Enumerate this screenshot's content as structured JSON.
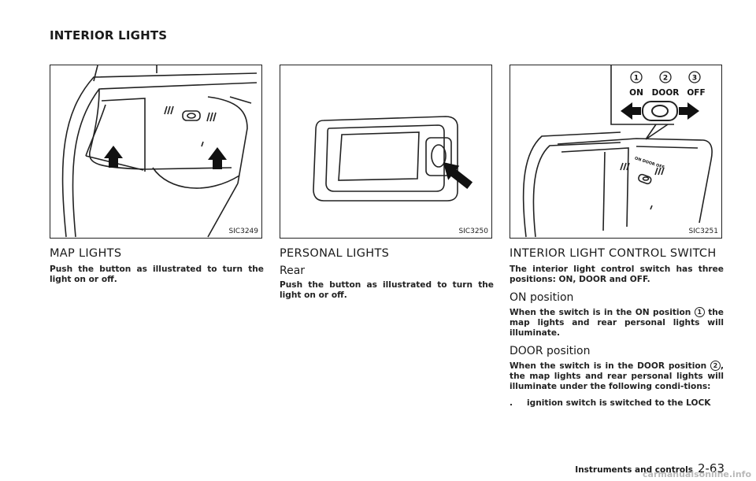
{
  "header": {
    "title": "INTERIOR LIGHTS"
  },
  "figures": [
    {
      "code": "SIC3249"
    },
    {
      "code": "SIC3250"
    },
    {
      "code": "SIC3251",
      "callouts": [
        "1",
        "2",
        "3"
      ],
      "labels": [
        "ON",
        "DOOR",
        "OFF"
      ],
      "switch_text": "ON DOOR OFF"
    }
  ],
  "col1": {
    "heading": "MAP LIGHTS",
    "body": "Push the button as illustrated to turn the light on or off."
  },
  "col2": {
    "heading": "PERSONAL LIGHTS",
    "subheading": "Rear",
    "body": "Push the button as illustrated to turn the light on or off."
  },
  "col3": {
    "heading": "INTERIOR LIGHT CONTROL SWITCH",
    "intro": "The interior light control switch has three positions: ON, DOOR and OFF.",
    "on_heading": "ON position",
    "on_body_a": "When the switch is in the ON position",
    "on_marker": "1",
    "on_body_b": "the map lights and rear personal lights will illuminate.",
    "door_heading": "DOOR position",
    "door_body_a": "When the switch is in the DOOR position",
    "door_marker": "2",
    "door_body_b": ", the map lights and rear personal lights will illuminate under the following condi-tions:",
    "bullet_mark": ".",
    "bullet_text": "ignition switch is switched to the LOCK"
  },
  "footer": {
    "section": "Instruments and controls",
    "page": "2-63"
  },
  "watermark": "carmanualsonline.info"
}
